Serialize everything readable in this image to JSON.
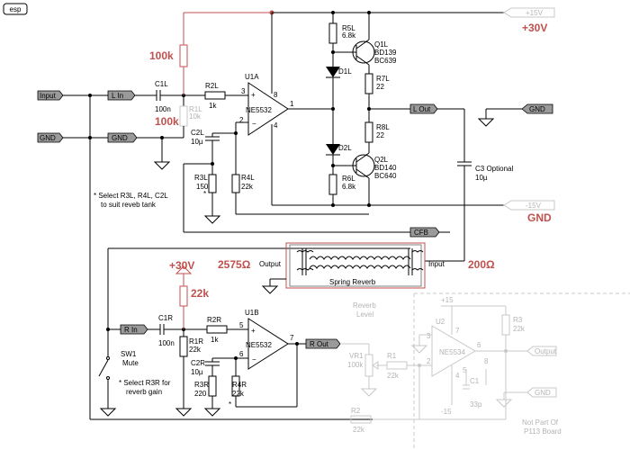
{
  "logo": "esp",
  "labels": {
    "input": "Input",
    "gnd_in": "GND",
    "l_in": "L In",
    "gnd_bus": "GND",
    "l_out": "L Out",
    "gnd_out": "GND",
    "r_in": "R In",
    "r_out": "R Out",
    "cfb": "CFB",
    "output_r": "Output",
    "gnd_r": "GND"
  },
  "rails": {
    "plus15": "+15V",
    "minus15": "-15V",
    "plus30_red": "+30V",
    "gnd_red": "GND",
    "plus30_red2": "+30V",
    "ohm2575": "2575Ω",
    "ohm200": "200Ω"
  },
  "red_values": {
    "r100k_a": "100k",
    "r100k_b": "100k",
    "r22k": "22k"
  },
  "components": {
    "c1l": "C1L",
    "c1l_v": "100n",
    "r2l": "R2L",
    "r2l_v": "1k",
    "r1l": "R1L",
    "r1l_v": "10k",
    "u1a": "U1A",
    "u1a_part": "NE5532",
    "pin3": "3",
    "pin2": "2",
    "pin8": "8",
    "pin4": "4",
    "pin1": "1",
    "c2l": "C2L",
    "c2l_v": "10µ",
    "r3l": "R3L",
    "r3l_v": "150",
    "star_l": "*",
    "r4l": "R4L",
    "r4l_v": "22k",
    "r5l": "R5L",
    "r5l_v": "6.8k",
    "d1l": "D1L",
    "d2l": "D2L",
    "q1l": "Q1L",
    "q1l_a": "BD139",
    "q1l_b": "BC639",
    "r7l": "R7L",
    "r7l_v": "22",
    "r8l": "R8L",
    "r8l_v": "22",
    "q2l": "Q2L",
    "q2l_a": "BD140",
    "q2l_b": "BC640",
    "r6l": "R6L",
    "r6l_v": "6.8k",
    "c3": "C3  Optional",
    "c3_v": "10µ",
    "note1a": "* Select R3L, R4L, C2L",
    "note1b": "to suit reveb tank",
    "tank_output": "Output",
    "tank_input": "Input",
    "tank_name": "Spring Reverb",
    "c1r": "C1R",
    "c1r_v": "100n",
    "r2r": "R2R",
    "r2r_v": "1k",
    "r1r": "R1R",
    "r1r_v": "22k",
    "u1b": "U1B",
    "u1b_part": "NE5532",
    "pin5": "5",
    "pin6": "6",
    "pin7": "7",
    "c2r": "C2R",
    "c2r_v": "10µ",
    "r3r": "R3R",
    "r3r_v": "220",
    "star_r": "*",
    "r4r": "R4R",
    "r4r_v": "22k",
    "sw1": "SW1",
    "sw1_v": "Mute",
    "note2a": "* Select R3R for",
    "note2b": "reverb gain"
  },
  "grey": {
    "reverb": "Reverb",
    "level": "Level",
    "vr1": "VR1",
    "vr1_v": "100k",
    "r1": "R1",
    "r1_v": "22k",
    "u2": "U2",
    "u2_part": "NE5534",
    "p15": "+15",
    "m15": "-15",
    "p3": "3",
    "p2": "2",
    "p7": "7",
    "p4": "4",
    "p6": "6",
    "p5": "5",
    "p8": "8",
    "c1": "C1",
    "c1_v": "33p",
    "r3": "R3",
    "r3_v": "22k",
    "r2": "R2",
    "r2_v": "22k",
    "output": "Output",
    "gnd": "GND",
    "not_part_a": "Not Part Of",
    "not_part_b": "P113 Board"
  },
  "colors": {
    "accent_red": "#c0504d",
    "wire": "#000000",
    "grey": "#c8c8c8"
  }
}
